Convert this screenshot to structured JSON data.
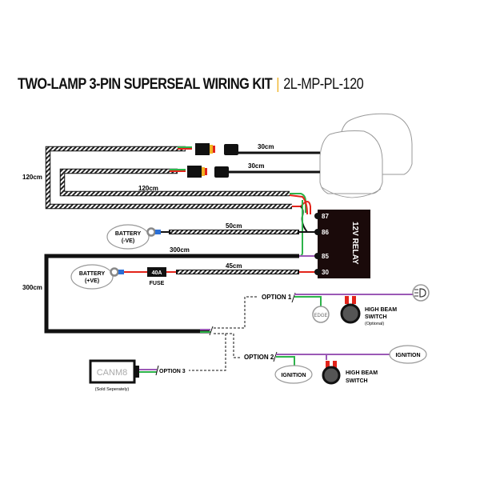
{
  "title": {
    "main": "TWO-LAMP 3-PIN SUPERSEAL WIRING KIT",
    "separator": "|",
    "code": "2L-MP-PL-120"
  },
  "colors": {
    "accent": "#f0b323",
    "relay": "#1a0a0a",
    "wire_red": "#e2231a",
    "wire_green": "#2db34a",
    "wire_purple": "#9b59b6",
    "wire_blue": "#2a6fd6",
    "loom": "#222222"
  },
  "lengths": {
    "outer_loop": "120cm",
    "inner_loop": "120cm",
    "lamp1_lead": "30cm",
    "lamp2_lead": "30cm",
    "ground_lead": "50cm",
    "switch_lead": "300cm",
    "switch_left": "300cm",
    "power_lead": "45cm"
  },
  "relay": {
    "label": "12V RELAY",
    "pins": [
      "87",
      "86",
      "85",
      "30"
    ]
  },
  "battery_neg": {
    "line1": "BATTERY",
    "line2": "(-VE)"
  },
  "battery_pos": {
    "line1": "BATTERY",
    "line2": "(+VE)"
  },
  "fuse": {
    "rating": "40A",
    "label": "FUSE"
  },
  "options": {
    "option1": {
      "label": "OPTION 1",
      "switch_line1": "HIGH BEAM",
      "switch_line2": "SWITCH",
      "switch_note": "(Optional)",
      "edge_icon_text": "EDGE"
    },
    "option2": {
      "label": "OPTION 2",
      "ignition_left": "IGNITION",
      "ignition_right": "IGNITION",
      "switch_line1": "HIGH BEAM",
      "switch_line2": "SWITCH"
    },
    "option3": {
      "label": "OPTION 3",
      "module": "CANM8",
      "module_note": "(Sold Seperately)"
    }
  }
}
